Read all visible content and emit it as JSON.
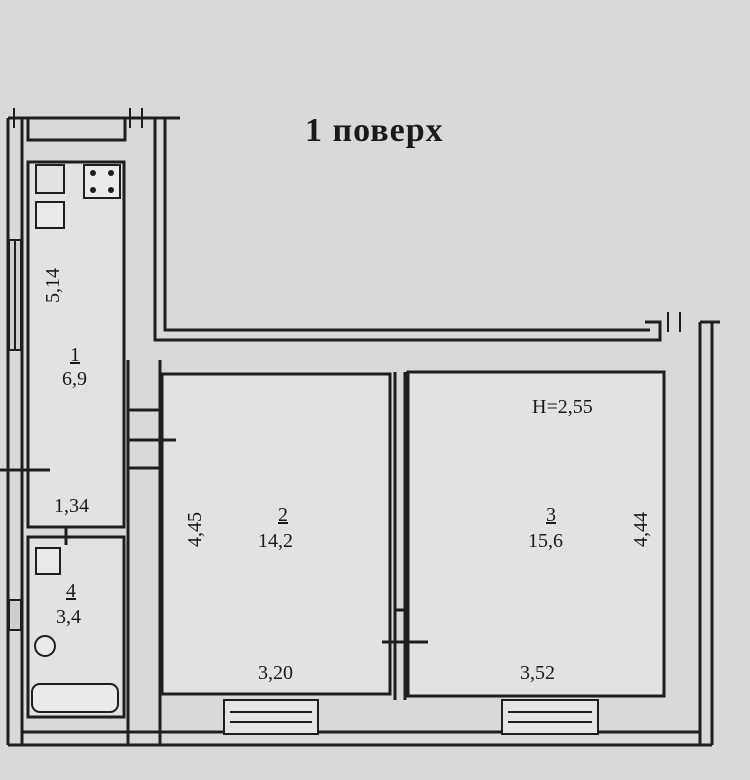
{
  "title": "1  поверх",
  "height_note": "H=2,55",
  "rooms": [
    {
      "number": "1",
      "area": "6,9",
      "width": "1,34",
      "length": "5,14"
    },
    {
      "number": "2",
      "area": "14,2",
      "width": "3,20",
      "length": "4,45"
    },
    {
      "number": "3",
      "area": "15,6",
      "width": "3,52",
      "length": "4,44"
    },
    {
      "number": "4",
      "area": "3,4"
    }
  ],
  "colors": {
    "background": "#d9d9d9",
    "wall": "#1e1e1e",
    "wall_fill": "#f4f4f4"
  }
}
